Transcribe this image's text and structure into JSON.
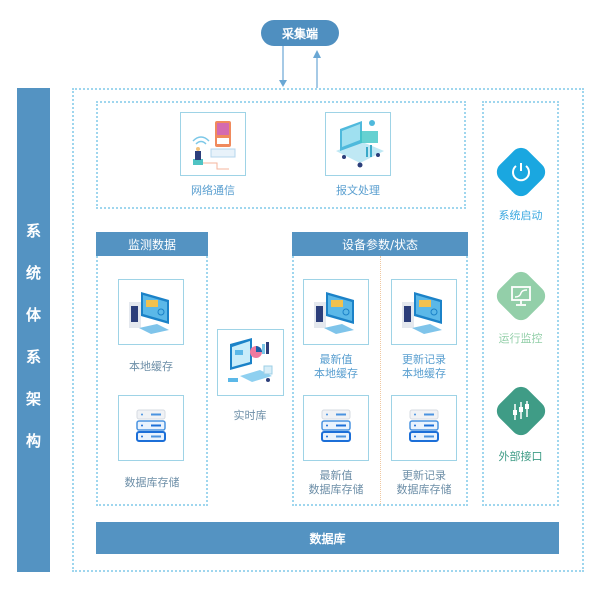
{
  "collector": {
    "label": "采集端"
  },
  "side_title": {
    "chars": [
      "系",
      "统",
      "体",
      "系",
      "架",
      "构"
    ]
  },
  "top_panel": {
    "items": [
      {
        "label": "网络通信",
        "icon": "network-communication-icon"
      },
      {
        "label": "报文处理",
        "icon": "message-processing-icon"
      }
    ]
  },
  "monitor_panel": {
    "header": "监测数据",
    "items": [
      {
        "label": "本地缓存",
        "icon": "computer-icon"
      },
      {
        "label": "数据库存储",
        "icon": "database-server-icon"
      }
    ]
  },
  "realtime": {
    "label": "实时库",
    "icon": "realtime-dashboard-icon"
  },
  "device_panel": {
    "header": "设备参数/状态",
    "items": [
      {
        "line1": "最新值",
        "line2": "本地缓存",
        "icon": "computer-icon"
      },
      {
        "line1": "更新记录",
        "line2": "本地缓存",
        "icon": "computer-icon"
      },
      {
        "line1": "最新值",
        "line2": "数据库存储",
        "icon": "database-server-icon"
      },
      {
        "line1": "更新记录",
        "line2": "数据库存储",
        "icon": "database-server-icon"
      }
    ]
  },
  "right_panel": {
    "items": [
      {
        "label": "系统启动",
        "icon": "power-icon",
        "color": "#1aa7e0",
        "text_color": "#3aa8e0"
      },
      {
        "label": "运行监控",
        "icon": "monitor-icon",
        "color": "#93cfa9",
        "text_color": "#93cfa9"
      },
      {
        "label": "外部接口",
        "icon": "sliders-icon",
        "color": "#3f9c86",
        "text_color": "#3f9c86"
      }
    ]
  },
  "database_bar": {
    "label": "数据库"
  },
  "colors": {
    "primary": "#5493c2",
    "dotted": "#9fd6ee",
    "card_border": "#9ed3e6"
  }
}
